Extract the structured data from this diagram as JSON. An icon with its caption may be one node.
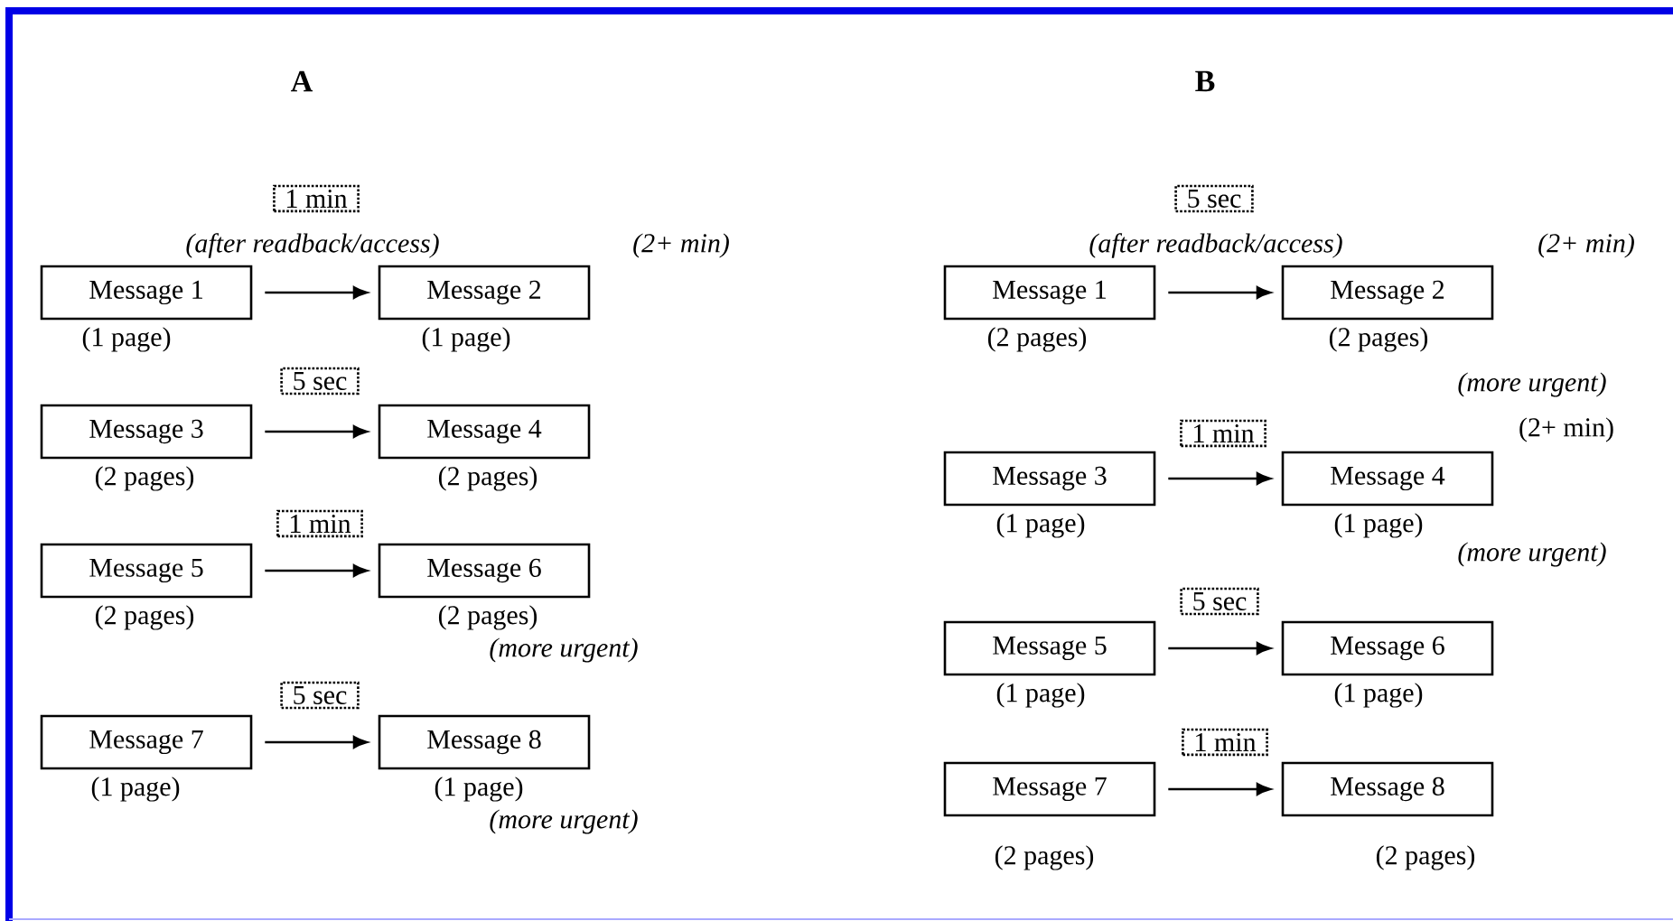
{
  "diagram": {
    "nodes": [
      {
        "text": [
          "1 min"
        ]
      },
      {
        "text": [
          "Message 1"
        ],
        "beside": [
          "(1 page)"
        ]
      },
      {
        "text": [
          "Message 2"
        ],
        "beside": [
          "(1 page)"
        ]
      },
      {
        "text": [
          "5 sec"
        ]
      },
      {
        "text": [
          "Message 3"
        ],
        "beside": [
          "(2 pages)"
        ]
      },
      {
        "text": [
          "Message 4"
        ],
        "beside": [
          "(2 pages)"
        ]
      },
      {
        "text": [
          "1 min"
        ]
      },
      {
        "text": [
          "Message 5"
        ],
        "beside": [
          "(2 pages)"
        ]
      },
      {
        "text": [
          "Message 6"
        ],
        "beside": [
          "(2 pages)",
          "(more urgent)"
        ]
      },
      {
        "text": [
          "5 sec"
        ]
      },
      {
        "text": [
          "Message 7"
        ],
        "beside": [
          "(1 page)"
        ]
      },
      {
        "text": [
          "Message 8"
        ],
        "beside": [
          "(1 page)",
          "(more urgent)"
        ]
      },
      {
        "text": [
          "5 sec"
        ]
      },
      {
        "text": [
          "Message 1"
        ],
        "beside": [
          "(2 pages)"
        ]
      },
      {
        "text": [
          "Message 2"
        ],
        "beside": [
          "(2 pages)",
          "(more urgent)"
        ]
      },
      {
        "text": [
          "1 min"
        ]
      },
      {
        "text": [
          "Message 3"
        ],
        "beside": [
          "(1 page)"
        ]
      },
      {
        "text": [
          "Message 4"
        ],
        "beside": [
          "(1 page)",
          "(more urgent)"
        ]
      },
      {
        "text": [
          "5 sec"
        ]
      },
      {
        "text": [
          "Message 5"
        ],
        "beside": [
          "(1 page)"
        ]
      },
      {
        "text": [
          "Message 6"
        ],
        "beside": [
          "(1 page)"
        ]
      },
      {
        "text": [
          "1 min"
        ]
      },
      {
        "text": [
          "Message 7"
        ],
        "beside": [
          "(2 pages)"
        ]
      },
      {
        "text": [
          "Message 8"
        ],
        "beside": [
          "(2 pages)"
        ]
      }
    ],
    "edges": [
      {
        "from": 1,
        "to": 2,
        "arrow": "to"
      },
      {
        "from": 4,
        "to": 5,
        "arrow": "to"
      },
      {
        "from": 7,
        "to": 8,
        "arrow": "to"
      },
      {
        "from": 10,
        "to": 11,
        "arrow": "to"
      },
      {
        "from": 13,
        "to": 14,
        "arrow": "to"
      },
      {
        "from": 16,
        "to": 17,
        "arrow": "to"
      },
      {
        "from": 19,
        "to": 20,
        "arrow": "to"
      },
      {
        "from": 22,
        "to": 23,
        "arrow": "to"
      }
    ],
    "labels": [
      "A",
      "(after readback/access)",
      "(2+ min)",
      "B",
      "(after readback/access)",
      "(2+ min)",
      "(2+ min)"
    ]
  }
}
